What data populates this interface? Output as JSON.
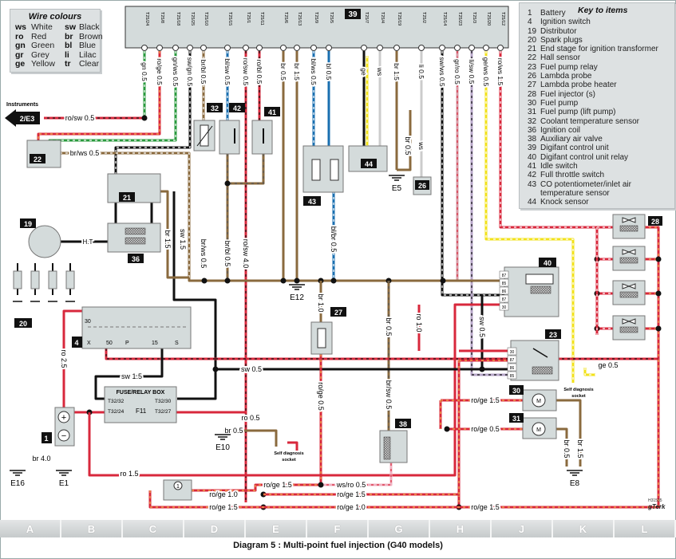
{
  "wire_colours": {
    "title": "Wire colours",
    "entries": [
      {
        "code": "ws",
        "name": "White"
      },
      {
        "code": "sw",
        "name": "Black"
      },
      {
        "code": "ro",
        "name": "Red"
      },
      {
        "code": "br",
        "name": "Brown"
      },
      {
        "code": "gn",
        "name": "Green"
      },
      {
        "code": "bl",
        "name": "Blue"
      },
      {
        "code": "gr",
        "name": "Grey"
      },
      {
        "code": "li",
        "name": "Lilac"
      },
      {
        "code": "ge",
        "name": "Yellow"
      },
      {
        "code": "tr",
        "name": "Clear"
      }
    ]
  },
  "key": {
    "title": "Key to items",
    "items": [
      {
        "num": "1",
        "label": "Battery"
      },
      {
        "num": "4",
        "label": "Ignition switch"
      },
      {
        "num": "19",
        "label": "Distributor"
      },
      {
        "num": "20",
        "label": "Spark plugs"
      },
      {
        "num": "21",
        "label": "End stage for ignition transformer"
      },
      {
        "num": "22",
        "label": "Hall sensor"
      },
      {
        "num": "23",
        "label": "Fuel pump relay"
      },
      {
        "num": "26",
        "label": "Lambda probe"
      },
      {
        "num": "27",
        "label": "Lambda probe heater"
      },
      {
        "num": "28",
        "label": "Fuel injector (s)"
      },
      {
        "num": "30",
        "label": "Fuel pump"
      },
      {
        "num": "31",
        "label": "Fuel pump (lift pump)"
      },
      {
        "num": "32",
        "label": "Coolant temperature sensor"
      },
      {
        "num": "36",
        "label": "Ignition coil"
      },
      {
        "num": "38",
        "label": "Auxiliary air valve"
      },
      {
        "num": "39",
        "label": "Digifant control unit"
      },
      {
        "num": "40",
        "label": "Digifant control unit relay"
      },
      {
        "num": "41",
        "label": "Idle  switch"
      },
      {
        "num": "42",
        "label": "Full throttle switch"
      },
      {
        "num": "43",
        "label": "CO potentiometer/inlet air"
      },
      {
        "num": "",
        "label": "temperature sensor"
      },
      {
        "num": "44",
        "label": "Knock sensor"
      }
    ]
  },
  "colors": {
    "red": "#d8283c",
    "black": "#111111",
    "brown": "#8a6a3e",
    "green": "#2a9a3e",
    "blue": "#1a6fb0",
    "yellow": "#f2e21a",
    "lilac": "#b7a6c8",
    "white": "#ffffff",
    "grey": "#9a9a9a",
    "pink": "#d79aa6",
    "orange_tracer": "#f3b24a",
    "panel": "#d4dbdb",
    "badge": "#111111"
  },
  "control_unit": {
    "badge": "39",
    "pins": [
      {
        "pin": "T25/24",
        "wire": "gn 0.5"
      },
      {
        "pin": "T25/8",
        "wire": "ro/ge 0.5"
      },
      {
        "pin": "T25/18",
        "wire": "gn/ws 0.5"
      },
      {
        "pin": "T25/25",
        "wire": "sw/gn 0.5"
      },
      {
        "pin": "T25/10",
        "wire": "br/bl 0.5"
      },
      {
        "pin": "T25/15",
        "wire": "bl/sw 0.5"
      },
      {
        "pin": "T25/1",
        "wire": "ro/sw 0.5"
      },
      {
        "pin": "T25/11",
        "wire": "ro/bl 0.5"
      },
      {
        "pin": "T25/6",
        "wire": "br 0.5"
      },
      {
        "pin": "T25/13",
        "wire": "br 1.5"
      },
      {
        "pin": "T25/9",
        "wire": "bl/ws 0.5"
      },
      {
        "pin": "T25/5",
        "wire": "bl 0.5"
      },
      {
        "pin": "T25/7",
        "wire": "ge"
      },
      {
        "pin": "T25/4",
        "wire": "ws"
      },
      {
        "pin": "T25/19",
        "wire": "br 1.5"
      },
      {
        "pin": "T25/2",
        "wire": "li 0.5"
      },
      {
        "pin": "T25/14",
        "wire": "sw/ws 0.5"
      },
      {
        "pin": "T25/23",
        "wire": "gr/ro 0.5"
      },
      {
        "pin": "T25/3",
        "wire": "li/sw 0.5"
      },
      {
        "pin": "T25/20",
        "wire": "ge/ws 0.5"
      },
      {
        "pin": "T25/12",
        "wire": "ro/ws 1.5"
      }
    ]
  },
  "labels": {
    "instruments": "Instruments",
    "connector_2e3": "2/E3",
    "ro_sw_05": "ro/sw 0.5",
    "br_ws_05_h": "br/ws 0.5",
    "ht": "H.T",
    "br_15_v": "br 1.5",
    "sw_15_v": "sw 1.5",
    "br_ws_05_v": "br/ws 0.5",
    "br_bl_05_v": "br/bl 0.5",
    "ro_sw_40": "ro/sw 4.0",
    "bl_br_05": "bl/br 0.5",
    "br_05_e5": "br 0.5",
    "ws_26": "ws",
    "br_10": "br 1.0",
    "br_05_mid": "br 0.5",
    "br_sw_05": "br/sw 0.5",
    "ro_ge_05_v": "ro/ge 0.5",
    "ro_10": "ro 1.0",
    "sw_05_v": "sw 0.5",
    "sw_05_h": "sw 0.5",
    "ro_25": "ro 2.5",
    "sw_15_h": "sw 1.5",
    "ro_05": "ro 0.5",
    "br_05_e10": "br 0.5",
    "br_40": "br 4.0",
    "ro_15": "ro 1.5",
    "ro_ge_15_a": "ro/ge 1.5",
    "ws_ro_05": "ws/ro 0.5",
    "ro_ge_10_a": "ro/ge 1.0",
    "ro_ge_15_b": "ro/ge 1.5",
    "ro_ge_15_c": "ro/ge 1.5",
    "ro_ge_10_b": "ro/ge 1.0",
    "ro_ge_15_d": "ro/ge 1.5",
    "ro_ge_15_pump": "ro/ge 1.5",
    "ro_ge_05_pump": "ro/ge 0.5",
    "br_05_e8": "br 0.5",
    "br_15_e8": "br 1.5",
    "ge_05": "ge 0.5",
    "self_diag_1": "Self diagnosis",
    "self_diag_1b": "socket",
    "self_diag_2": "Self diagnosis",
    "self_diag_2b": "socket",
    "fuse_box": "FUSE/RELAY BOX",
    "t32_32": "T32/32",
    "t32_30": "T32/30",
    "t32_24": "T32/24",
    "t32_27": "T32/27",
    "f11": "F11",
    "ign_30": "30",
    "ign_x": "X",
    "ign_50": "50",
    "ign_p": "P",
    "ign_15": "15",
    "ign_s": "S",
    "relay40_pins": [
      "87",
      "85",
      "86",
      "87",
      "30"
    ],
    "relay23_pins": [
      "30",
      "87",
      "86",
      "85"
    ],
    "motor": "M",
    "fuse_circle": "1"
  },
  "grounds": [
    "E1",
    "E5",
    "E8",
    "E10",
    "E12",
    "E16"
  ],
  "badges": [
    "1",
    "4",
    "19",
    "20",
    "21",
    "22",
    "23",
    "26",
    "27",
    "28",
    "30",
    "31",
    "32",
    "36",
    "38",
    "39",
    "40",
    "41",
    "42",
    "43",
    "44"
  ],
  "grid_columns": [
    "A",
    "B",
    "C",
    "D",
    "E",
    "F",
    "G",
    "H",
    "J",
    "K",
    "L"
  ],
  "caption": "Diagram 5 : Multi-point fuel injection (G40 models)",
  "credit_code": "H31535",
  "credit_sig": "gTerk"
}
